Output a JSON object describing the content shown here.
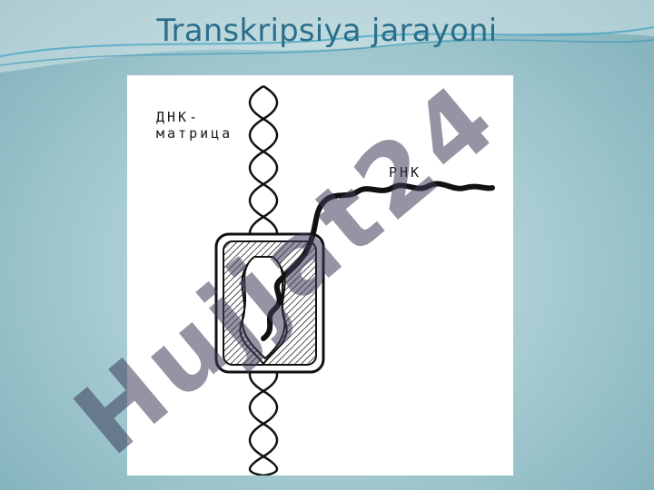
{
  "slide": {
    "title": "Transkripsiya jarayoni"
  },
  "figure": {
    "dna_label_line1": "ДНК-",
    "dna_label_line2": "матрица",
    "rna_label": "РНК"
  },
  "watermark": {
    "text": "Hujjat24"
  },
  "colors": {
    "title": "#2a6f8a",
    "background": "#a9cdd3",
    "watermark_dark": "#3c3c5a",
    "watermark_purple": "#8a7fc0"
  }
}
